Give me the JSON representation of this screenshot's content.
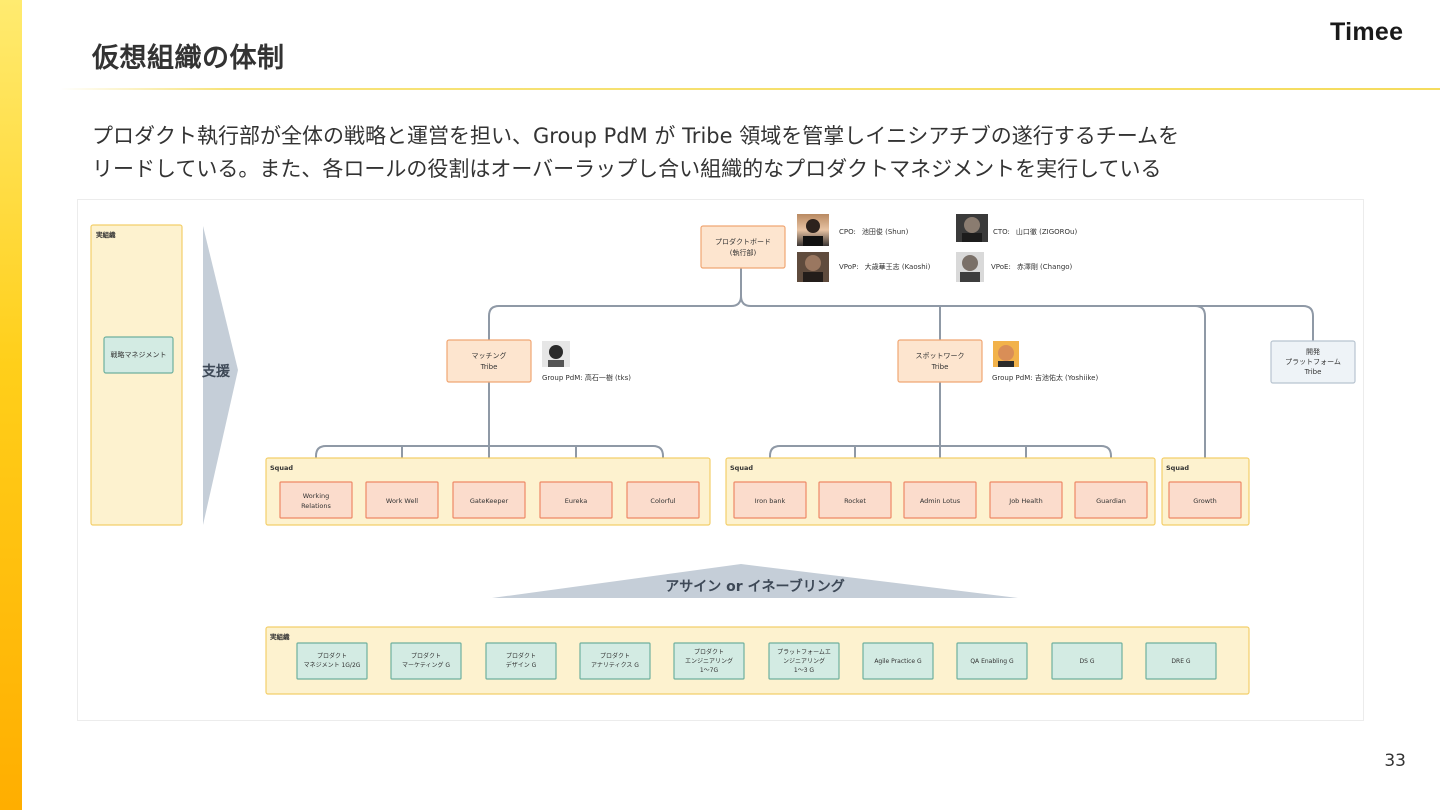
{
  "slide": {
    "title": "仮想組織の体制",
    "logo": "Timee",
    "lead_line1": "プロダクト執行部が全体の戦略と運営を担い、Group PdM が Tribe 領域を管掌しイニシアチブの遂行するチームを",
    "lead_line2": "リードしている。また、各ロールの役割はオーバーラップし合い組織的なプロダクトマネジメントを実行している",
    "page_number": "33"
  },
  "diagram": {
    "left_panel_label": "実組織",
    "strategy_box": "戦略マネジメント",
    "support_label": "支援",
    "board": {
      "line1": "プロダクトボード",
      "line2": "(執行部)"
    },
    "executives": [
      {
        "role": "CPO:",
        "name": "池田俊 (Shun)"
      },
      {
        "role": "CTO:",
        "name": "山口徹 (ZIGOROu)"
      },
      {
        "role": "VPoP:",
        "name": "大歳華王志 (Kaoshi)"
      },
      {
        "role": "VPoE:",
        "name": "赤澤剛 (Chango)"
      }
    ],
    "tribes": [
      {
        "line1": "マッチング",
        "line2": "Tribe",
        "pdm": "Group PdM: 高石一樹 (tks)"
      },
      {
        "line1": "スポットワーク",
        "line2": "Tribe",
        "pdm": "Group PdM: 吉池佑太 (Yoshiike)"
      }
    ],
    "dev_platform": {
      "line1": "開発",
      "line2": "プラットフォーム",
      "line3": "Tribe"
    },
    "squad_label": "Squad",
    "squads_matching": [
      {
        "line1": "Working",
        "line2": "Relations"
      },
      {
        "line1": "Work Well"
      },
      {
        "line1": "GateKeeper"
      },
      {
        "line1": "Eureka"
      },
      {
        "line1": "Colorful"
      }
    ],
    "squads_spot": [
      {
        "line1": "Iron bank"
      },
      {
        "line1": "Rocket"
      },
      {
        "line1": "Admin Lotus"
      },
      {
        "line1": "Job Health"
      },
      {
        "line1": "Guardian"
      }
    ],
    "squads_platform": [
      {
        "line1": "Growth"
      }
    ],
    "assign_label": "アサイン or イネーブリング",
    "bottom_panel_label": "実組織",
    "groups": [
      {
        "line1": "プロダクト",
        "line2": "マネジメント 1G/2G"
      },
      {
        "line1": "プロダクト",
        "line2": "マーケティング G"
      },
      {
        "line1": "プロダクト",
        "line2": "デザイン G"
      },
      {
        "line1": "プロダクト",
        "line2": "アナリティクス G"
      },
      {
        "line1": "プロダクト",
        "line2": "エンジニアリング",
        "line3": "1〜7G"
      },
      {
        "line1": "プラットフォームエ",
        "line2": "ンジニアリング",
        "line3": "1〜3 G"
      },
      {
        "line1": "Agile Practice G"
      },
      {
        "line1": "QA Enabling G"
      },
      {
        "line1": "DS G"
      },
      {
        "line1": "DRE G"
      }
    ]
  },
  "colors": {
    "accent_yellow": "#ffcf1a",
    "tribe_fill": "#fde5cf",
    "tribe_stroke": "#f0a673",
    "squad_fill": "#fbdccc",
    "squad_stroke": "#ee8966",
    "panel_fill": "#fdf2cf",
    "panel_stroke": "#f3cf6b",
    "group_fill": "#d3ebe3",
    "group_stroke": "#6fb09e",
    "connector": "#8f99a6",
    "arrow": "#c5ced8"
  }
}
